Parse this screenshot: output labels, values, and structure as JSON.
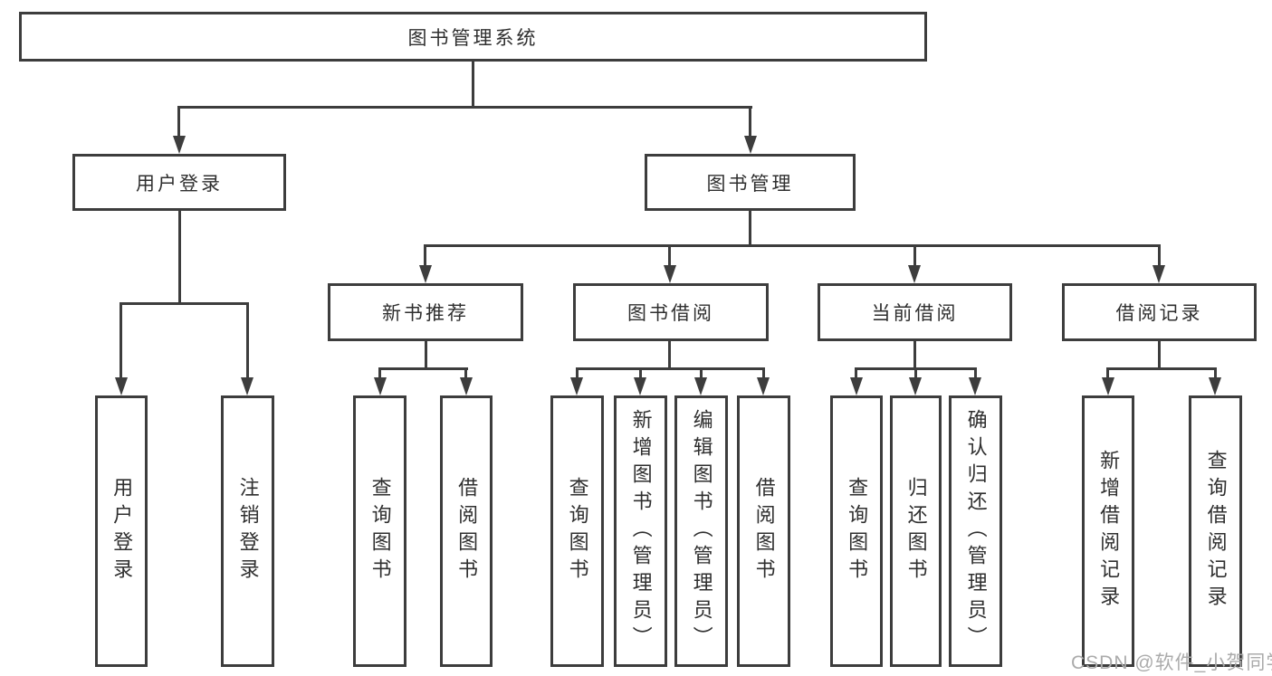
{
  "diagram_type": "function-structure-tree",
  "tree": {
    "label": "图书管理系统",
    "children": [
      {
        "label": "用户登录",
        "children": [
          {
            "label": "用户登录"
          },
          {
            "label": "注销登录"
          }
        ]
      },
      {
        "label": "图书管理",
        "children": [
          {
            "label": "新书推荐",
            "children": [
              {
                "label": "查询图书"
              },
              {
                "label": "借阅图书"
              }
            ]
          },
          {
            "label": "图书借阅",
            "children": [
              {
                "label": "查询图书"
              },
              {
                "label": "新增图书（管理员）"
              },
              {
                "label": "编辑图书（管理员）"
              },
              {
                "label": "借阅图书"
              }
            ]
          },
          {
            "label": "当前借阅",
            "children": [
              {
                "label": "查询图书"
              },
              {
                "label": "归还图书"
              },
              {
                "label": "确认归还（管理员）"
              }
            ]
          },
          {
            "label": "借阅记录",
            "children": [
              {
                "label": "新增借阅记录"
              },
              {
                "label": "查询借阅记录"
              }
            ]
          }
        ]
      }
    ]
  },
  "watermark": {
    "text": "CSDN @软件_小贺同学",
    "color": "#ababab"
  },
  "colors": {
    "line": "#3d3d3d",
    "text": "#2f2f2f",
    "background": "#ffffff"
  }
}
